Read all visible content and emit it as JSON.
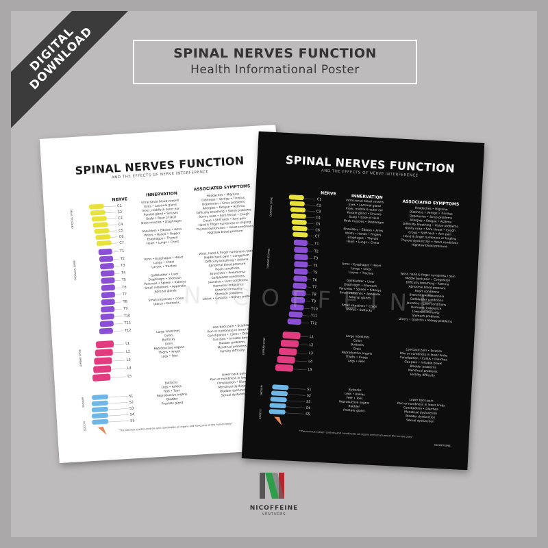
{
  "ribbon": {
    "line1": "DIGITAL",
    "line2": "DOWNLOAD"
  },
  "header": {
    "title": "SPINAL NERVES FUNCTION",
    "subtitle": "Health Informational Poster"
  },
  "poster": {
    "title": "SPINAL NERVES FUNCTION",
    "subtitle": "AND THE EFFECTS OF NERVE INTERFERENCE",
    "col_nerve": "NERVE",
    "col_innervation": "INNERVATION",
    "col_symptoms": "ASSOCIATED SYMPTOMS",
    "regions": [
      "CERVICAL SPINE",
      "THORACIC SPINE",
      "LUMBAR SPINE",
      "SACRUM",
      "COCCYX"
    ],
    "nerves_cervical": [
      "C1",
      "C2",
      "C3",
      "C4",
      "C5",
      "C6",
      "C7"
    ],
    "nerves_thoracic": [
      "T1",
      "T2",
      "T3",
      "T4",
      "T5",
      "T6",
      "T7",
      "T8",
      "T9",
      "T10",
      "T11",
      "T12"
    ],
    "nerves_lumbar": [
      "L1",
      "L2",
      "L3",
      "L4",
      "L5"
    ],
    "nerves_sacral": [
      "S1",
      "S2",
      "S3",
      "S4",
      "S5"
    ],
    "innervation": [
      [
        "Intracranial blood vessels",
        "Eyes • Lacrimal gland",
        "Inner, middle & outer ear",
        "Parotid gland • Sinuses",
        "Scalp • Base of skull",
        "Neck muscles • Diaphragm",
        "",
        "Shoulders • Elbows • Arms",
        "Wrists • Hands • Fingers",
        "Esophagus • Thyroid",
        "Heart • Lungs • Chest"
      ],
      [
        "Arms • Esophagus • Heart",
        "Lungs • Chest",
        "Larynx • Trachea",
        "",
        "Gallbladder • Liver",
        "Diaphragm • Stomach",
        "Pancreas • Spleen • Kidneys",
        "Small intestines • Appendix",
        "Adrenal glands",
        "",
        "Small intestines • Colon",
        "Uterus • Buttocks"
      ],
      [
        "Large intestines",
        "Colon",
        "Buttocks",
        "Groin",
        "Reproductive organs",
        "Thighs • Knees",
        "Legs • Feet"
      ],
      [
        "Buttocks",
        "Legs • Ankles",
        "Feet • Toes",
        "Reproductive organs",
        "Bladder",
        "Prostate gland"
      ]
    ],
    "symptoms": [
      [
        "Headaches • Migraine",
        "Dizziness • Vertigo • Tinnitus",
        "Depression • Sinus problems",
        "Allergies • Fatigue • Asthma",
        "Difficulty breathing • Vision problems",
        "Runny nose • Sore throat • Cough",
        "Croup • Stiff neck • Arm pain",
        "Hand & finger numbness or tingling",
        "Thyroid dysfunction • Heart conditions",
        "High/low blood pressure"
      ],
      [
        "Wrist, hand & finger numbness / pain",
        "Middle back pain • Congestion",
        "Difficulty breathing • Asthma",
        "Abnormal blood pressure",
        "Heart conditions",
        "Bronchitis • Pneumonia",
        "Gallbladder conditions",
        "Jaundice • Liver conditions",
        "Hormonal imbalance",
        "Lowered immunity",
        "Stomach problems",
        "Ulcers • Gastritis • Kidney problems"
      ],
      [
        "Low back pain • Sciatica",
        "Pain or numbness in lower limbs",
        "Constipation • Colitis • Diarrhea",
        "Gas pain • Irritable bowel",
        "Bladder problems",
        "Menstrual problems",
        "Fertility difficulty"
      ],
      [
        "Lower back pain",
        "Pain or numbness in lower limbs",
        "Constipation • Diarrhea",
        "Menstrual dysfunction",
        "Bladder dysfunction",
        "Sexual dysfunction"
      ]
    ],
    "footer": "\"The nervous system controls and coordinates all organs and structures of the human body\"",
    "black_brand": "NICOFFEINE"
  },
  "watermark": "NICOFFEINE",
  "brand": {
    "name": "NICOFFEINE",
    "tagline": "VENTURES"
  },
  "colors": {
    "cervical": "#e8e23a",
    "thoracic": "#8b4fd6",
    "lumbar": "#e23b80",
    "sacrum": "#6fb7e6",
    "coccyx": "#e58a5a",
    "logo_green": "#2e9e4b",
    "logo_red": "#b3262d",
    "logo_gray": "#555555"
  }
}
